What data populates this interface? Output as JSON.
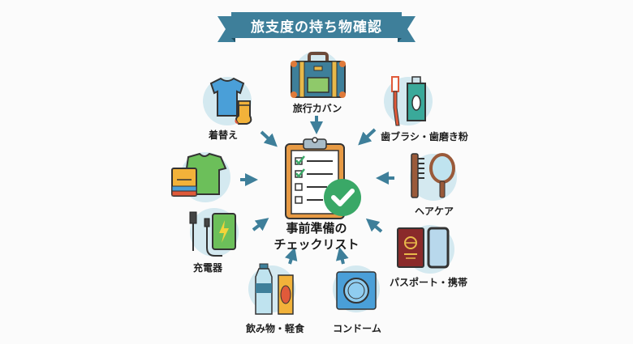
{
  "title": "旅支度の持ち物確認",
  "center": {
    "line1": "事前準備の",
    "line2": "チェックリスト"
  },
  "items": [
    {
      "id": "bag",
      "label": "旅行カバン",
      "icon": "suitcase-icon"
    },
    {
      "id": "toothbrush",
      "label": "歯ブラシ・歯磨き粉",
      "icon": "toothbrush-toothpaste-icon"
    },
    {
      "id": "hair",
      "label": "ヘアケア",
      "icon": "comb-mirror-icon"
    },
    {
      "id": "passport",
      "label": "パスポート・携帯",
      "icon": "passport-phone-icon"
    },
    {
      "id": "condom",
      "label": "コンドーム",
      "icon": "condom-icon"
    },
    {
      "id": "food",
      "label": "飲み物・軽食",
      "icon": "bottle-snack-icon"
    },
    {
      "id": "charger",
      "label": "充電器",
      "icon": "charger-battery-icon"
    },
    {
      "id": "clothes2",
      "label": "",
      "icon": "folded-clothes-icon"
    },
    {
      "id": "clothes",
      "label": "着替え",
      "icon": "tshirt-sock-icon"
    }
  ],
  "colors": {
    "banner": "#3e7f9a",
    "banner_dark": "#2c6680",
    "arrow": "#3e7f9a",
    "circle": "#d4e9f0",
    "check_green": "#3aa867",
    "clipboard_orange": "#e79a44"
  }
}
